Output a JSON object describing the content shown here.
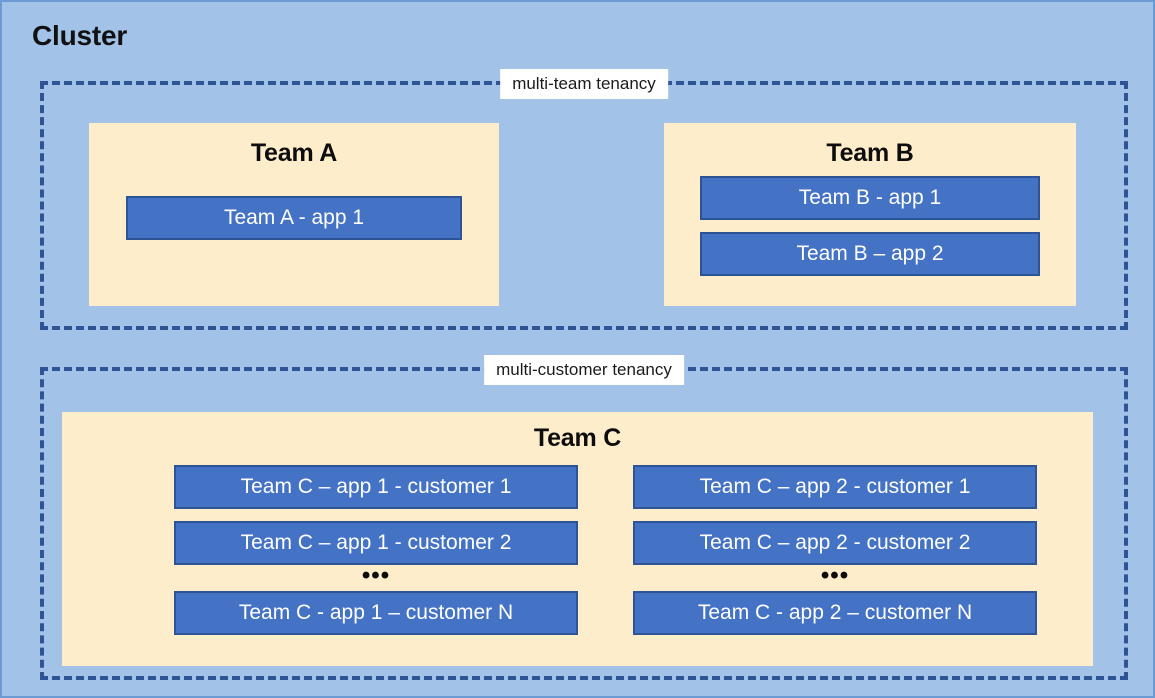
{
  "diagram": {
    "title": "Cluster",
    "colors": {
      "canvas_background": "#a3c2e8",
      "dashed_border": "#2e5496",
      "team_panel_fill": "#fdedcb",
      "app_box_fill": "#4472c4",
      "app_box_border": "#2e5496",
      "app_box_text": "#ffffff",
      "label_chip_background": "#ffffff"
    }
  },
  "groups": [
    {
      "id": "multi-team",
      "label": "multi-team tenancy",
      "teams": [
        {
          "id": "team-a",
          "title": "Team A",
          "apps": [
            "Team A - app 1"
          ]
        },
        {
          "id": "team-b",
          "title": "Team B",
          "apps": [
            "Team B - app 1",
            "Team B – app 2"
          ]
        }
      ]
    },
    {
      "id": "multi-customer",
      "label": "multi-customer tenancy",
      "teams": [
        {
          "id": "team-c",
          "title": "Team C",
          "columns": [
            {
              "id": "team-c-app-1",
              "top_items": [
                "Team C – app 1 - customer 1",
                "Team C – app 1 - customer 2"
              ],
              "ellipsis": "•••",
              "bottom_items": [
                "Team C - app 1 – customer N"
              ]
            },
            {
              "id": "team-c-app-2",
              "top_items": [
                "Team C – app 2 - customer 1",
                "Team C – app 2 - customer 2"
              ],
              "ellipsis": "•••",
              "bottom_items": [
                "Team C - app 2 – customer N"
              ]
            }
          ]
        }
      ]
    }
  ]
}
